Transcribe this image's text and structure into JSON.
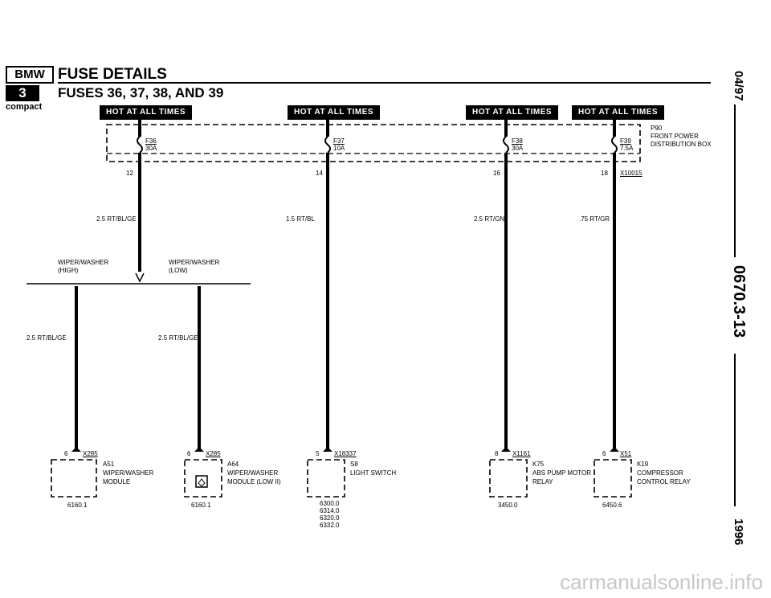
{
  "header": {
    "title": "FUSE DETAILS",
    "subtitle": "FUSES 36, 37, 38, AND 39",
    "logo_top": "BMW",
    "logo_mid": "3",
    "logo_bottom": "compact"
  },
  "hot_label": "HOT AT ALL TIMES",
  "fuses": [
    {
      "id": "F36",
      "rating": "30A",
      "pin": "12",
      "wire": "2.5 RT/BL/GE"
    },
    {
      "id": "F37",
      "rating": "10A",
      "pin": "14",
      "wire": "1.5 RT/BL"
    },
    {
      "id": "F38",
      "rating": "30A",
      "pin": "16",
      "wire": "2.5 RT/GN"
    },
    {
      "id": "F39",
      "rating": "7.5A",
      "pin": "18",
      "wire": ".75 RT/GR"
    }
  ],
  "distribution_box": {
    "id": "P90",
    "line1": "FRONT POWER",
    "line2": "DISTRIBUTION BOX"
  },
  "connector_box": "X10015",
  "wiper_switch": {
    "high": [
      "WIPER/WASHER",
      "(HIGH)"
    ],
    "low": [
      "WIPER/WASHER",
      "(LOW)"
    ]
  },
  "branch_wires": [
    "2.5 RT/BL/GE",
    "2.5 RT/BL/GE"
  ],
  "components": [
    {
      "pin": "6",
      "connector": "X285",
      "id": "A51",
      "desc": [
        "WIPER/WASHER",
        "MODULE"
      ],
      "refs": [
        "6160.1"
      ]
    },
    {
      "pin": "6",
      "connector": "X285",
      "id": "A64",
      "desc": [
        "WIPER/WASHER",
        "MODULE (LOW II)"
      ],
      "refs": [
        "6160.1"
      ]
    },
    {
      "pin": "5",
      "connector": "X18337",
      "id": "S8",
      "desc": [
        "LIGHT SWITCH"
      ],
      "refs": [
        "6300.0",
        "6314.0",
        "6320.0",
        "6332.0"
      ]
    },
    {
      "pin": "8",
      "connector": "X1161",
      "id": "K75",
      "desc": [
        "ABS PUMP MOTOR",
        "RELAY"
      ],
      "refs": [
        "3450.0"
      ]
    },
    {
      "pin": "6",
      "connector": "X51",
      "id": "K19",
      "desc": [
        "COMPRESSOR",
        "CONTROL RELAY"
      ],
      "refs": [
        "6450.6"
      ]
    }
  ],
  "side_strip": {
    "date": "04/97",
    "page": "0670.3-13",
    "year": "1996"
  },
  "watermark": "carmanualsonline.info"
}
